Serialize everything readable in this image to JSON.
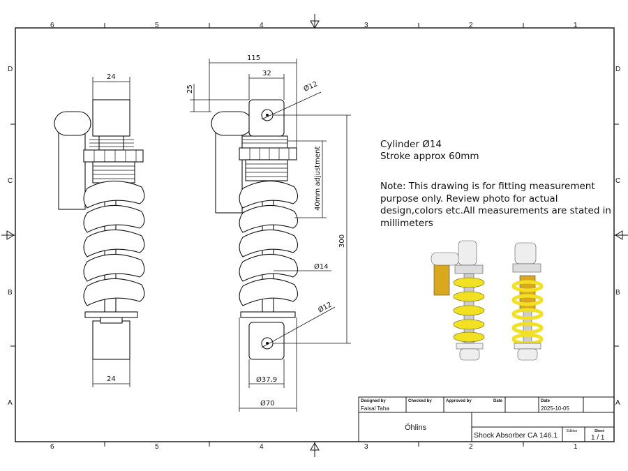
{
  "zones": {
    "columns": [
      "6",
      "5",
      "4",
      "3",
      "2",
      "1"
    ],
    "rows": [
      "D",
      "C",
      "B",
      "A"
    ]
  },
  "dimensions": {
    "left_top_width": "24",
    "left_bottom_width": "24",
    "overall_width": "115",
    "eye_width": "32",
    "eye_offset": "25",
    "top_eye_dia": "Ø12",
    "adjustment": "40mm adjustment",
    "length": "300",
    "rod_dia": "Ø14",
    "bottom_eye_dia": "Ø12",
    "body_dia": "Ø37,9",
    "spring_dia": "Ø70"
  },
  "notes": {
    "line1": "Cylinder Ø14",
    "line2": "Stroke approx 60mm",
    "note1": "Note: This drawing is for fitting measurement",
    "note2": "purpose only. Review photo for actual",
    "note3": "design,colors etc.All measurements are stated in",
    "note4": "millimeters"
  },
  "title_block": {
    "designed_by_label": "Designed by",
    "designed_by": "Faisal Taha",
    "checked_by_label": "Checked by",
    "approved_by_label": "Approved by",
    "date_label_1": "Date",
    "date_label_2": "Date",
    "date": "2025-10-05",
    "company": "Öhlins",
    "title": "Shock Absorber CA 146.1",
    "edition_label": "Edition",
    "sheet_label": "Sheet",
    "sheet": "1 / 1"
  },
  "colors": {
    "spring": "#f2e022",
    "reservoir": "#d9a81e"
  }
}
